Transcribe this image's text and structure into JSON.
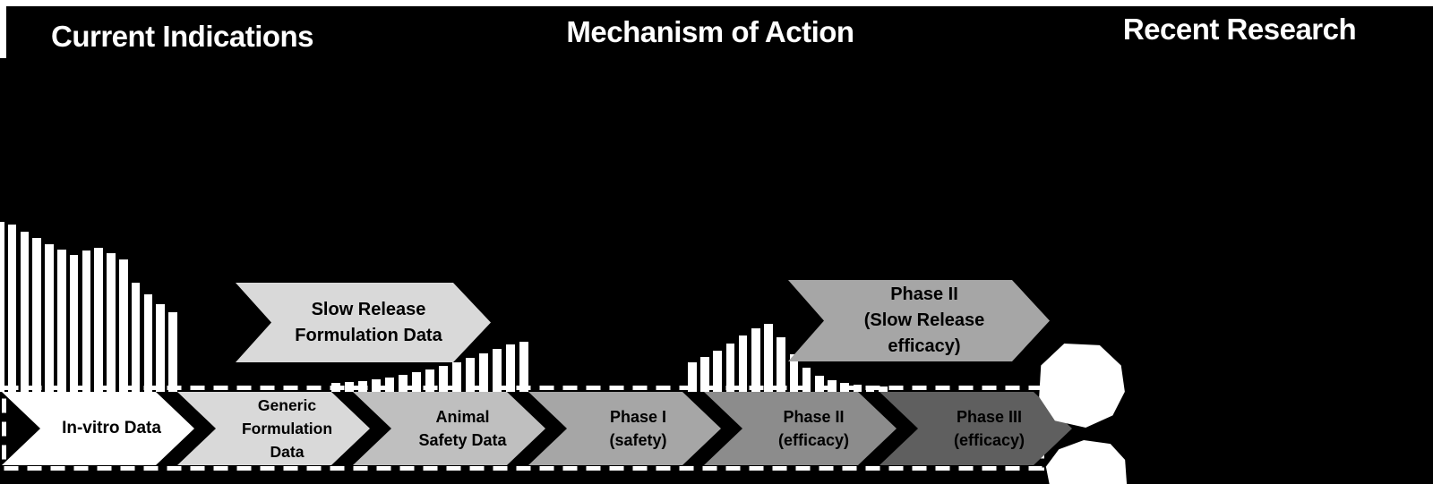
{
  "canvas": {
    "background": "#000000",
    "edge_color": "#ffffff",
    "outline_color": "#ffffff",
    "bar_fill": "#ffffff",
    "burst_fill": "#ffffff",
    "text_color": "#000000",
    "title_color": "#ffffff"
  },
  "sections": [
    {
      "id": "current-indications",
      "label": "Current Indications"
    },
    {
      "id": "mechanism-of-action",
      "label": "Mechanism of Action"
    },
    {
      "id": "recent-research",
      "label": "Recent Research"
    }
  ],
  "pipeline": {
    "stages": [
      {
        "label_lines": [
          "In-vitro Data"
        ],
        "fill": "#ffffff"
      },
      {
        "label_lines": [
          "Generic",
          "Formulation",
          "Data"
        ],
        "fill": "#d9d9d9"
      },
      {
        "label_lines": [
          "Animal",
          "Safety Data"
        ],
        "fill": "#bfbfbf"
      },
      {
        "label_lines": [
          "Phase I",
          "(safety)"
        ],
        "fill": "#a6a6a6"
      },
      {
        "label_lines": [
          "Phase II",
          "(efficacy)"
        ],
        "fill": "#8c8c8c"
      },
      {
        "label_lines": [
          "Phase III",
          "(efficacy)"
        ],
        "fill": "#5f5f5f"
      }
    ]
  },
  "callouts": [
    {
      "id": "slow-release-formulation",
      "label_lines": [
        "Slow Release",
        "Formulation Data"
      ],
      "fill": "#d9d9d9"
    },
    {
      "id": "phase2-slow-release",
      "label_lines": [
        "Phase II",
        "(Slow Release efficacy)"
      ],
      "fill": "#a6a6a6"
    }
  ],
  "striped_curves": [
    {
      "id": "burst-decline-curve",
      "bar_heights": [
        190,
        187,
        179,
        172,
        165,
        159,
        153,
        158,
        161,
        155,
        148,
        122,
        109,
        98,
        89
      ]
    },
    {
      "id": "gradual-rise-curve",
      "bar_heights": [
        10,
        11,
        12,
        14,
        16,
        19,
        22,
        25,
        29,
        33,
        38,
        43,
        48,
        53,
        56
      ]
    },
    {
      "id": "peak-and-taper-curve",
      "bar_heights": [
        33,
        39,
        46,
        54,
        63,
        71,
        76,
        61,
        42,
        27,
        18,
        13,
        10,
        8,
        7,
        6
      ]
    }
  ]
}
